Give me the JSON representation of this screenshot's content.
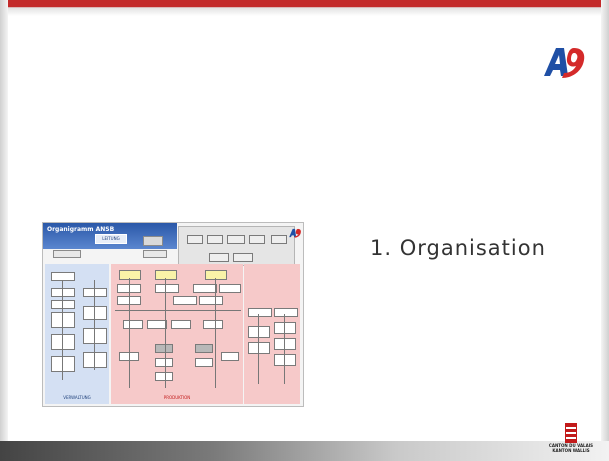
{
  "slide": {
    "title": "1. Organisation",
    "logo": "A9",
    "footer_logo": {
      "icon": "canton-valais-flag-icon",
      "line1": "CANTON DU VALAIS",
      "line2": "KANTON WALLIS"
    }
  },
  "org_chart": {
    "title": "Organigramm ANSB",
    "leitung": "LEITUNG",
    "areas": {
      "verwaltung": "VERWALTUNG",
      "produktion": "PRODUKTION"
    }
  },
  "colors": {
    "accent_red": "#c32a2a",
    "chart_blue": "#2a58a8",
    "verwaltung_fill": "#d4e0f3",
    "produktion_fill": "#f6c9c9"
  }
}
